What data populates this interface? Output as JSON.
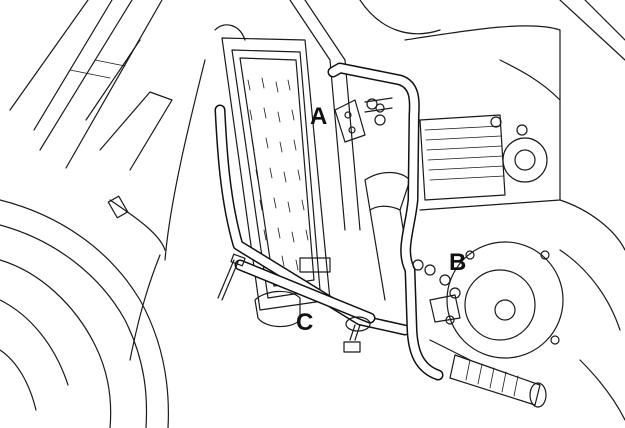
{
  "labels": {
    "a": "A",
    "b": "B",
    "c": "C"
  },
  "colors": {
    "line": "#111111",
    "background": "#ffffff"
  },
  "depicts": [
    "motorcycle-fork",
    "front-wheel",
    "radiator",
    "engine-cylinder",
    "crankcase-cover",
    "footpeg",
    "crash-bar",
    "mounting-bolts"
  ]
}
